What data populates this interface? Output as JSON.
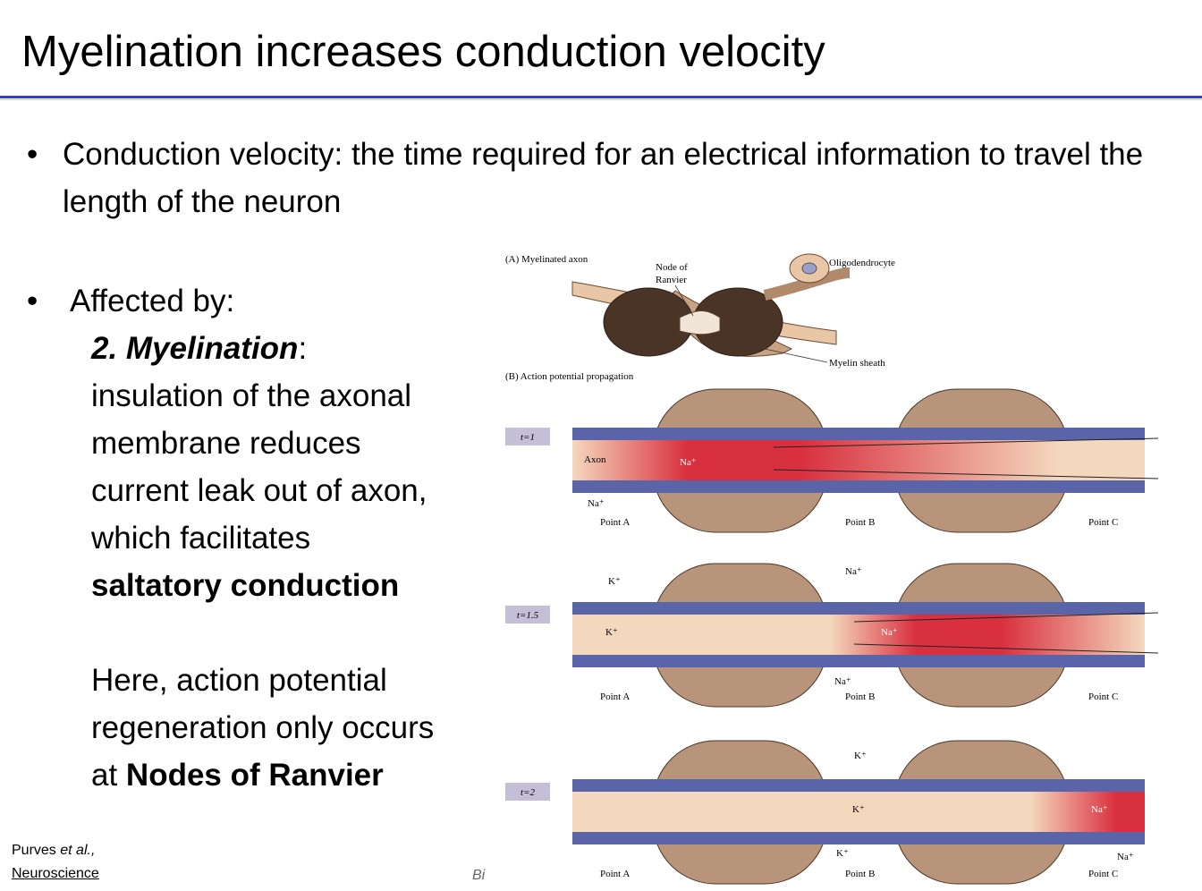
{
  "title": "Myelination increases conduction velocity",
  "bullets": {
    "b1_text": "Conduction velocity: the time required for an electrical information to travel the length of the neuron",
    "b2_lead": "Affected by:",
    "b2_heading": "2. Myelination",
    "b2_heading_colon": ":",
    "b2_lines": [
      "insulation of the axonal",
      "membrane reduces",
      "current leak out of axon,",
      "which facilitates"
    ],
    "b2_bold_line": "saltatory conduction",
    "b2_p2_lines": [
      "Here, action potential",
      "regeneration only occurs"
    ],
    "b2_p2_last_prefix": "at ",
    "b2_p2_last_bold": "Nodes of Ranvier"
  },
  "citation": {
    "authors_prefix": "Purves ",
    "authors_italic": "et al.,",
    "book": "Neuroscience"
  },
  "footer_fragment": "Bi",
  "figure": {
    "panel_a": {
      "label": "(A) Myelinated axon",
      "node_label_1": "Node of",
      "node_label_2": "Ranvier",
      "oligo_label": "Oligodendrocyte",
      "sheath_label": "Myelin sheath"
    },
    "panel_b": {
      "label": "(B) Action potential propagation",
      "rows": [
        {
          "time": "t=1",
          "axon_label": "Axon",
          "ion_labels": [
            "Na⁺",
            "Na⁺"
          ]
        },
        {
          "time": "t=1.5",
          "ion_labels": [
            "K⁺",
            "K⁺",
            "Na⁺",
            "Na⁺",
            "Na⁺"
          ]
        },
        {
          "time": "t=2",
          "ion_labels": [
            "K⁺",
            "K⁺",
            "K⁺",
            "Na⁺",
            "Na⁺"
          ]
        }
      ],
      "points": [
        "Point A",
        "Point B",
        "Point C"
      ]
    }
  },
  "colors": {
    "accent_rule": "#2f3fd0",
    "membrane": "#5a64a8",
    "axon": "#f4d8bd",
    "depolarized": "#d9303f",
    "myelin": "#b8957a"
  }
}
